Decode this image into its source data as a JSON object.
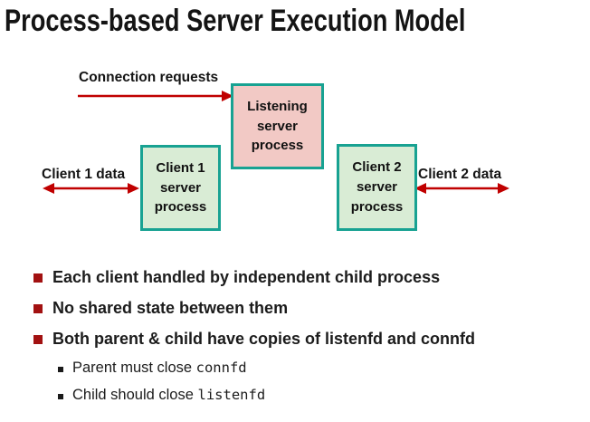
{
  "title": "Process-based Server Execution Model",
  "diagram": {
    "connection_requests_label": "Connection requests",
    "client1_data_label": "Client 1 data",
    "client2_data_label": "Client 2 data",
    "listening_box": {
      "line1": "Listening",
      "line2": "server",
      "line3": "process"
    },
    "client1_box": {
      "line1": "Client 1",
      "line2": "server",
      "line3": "process"
    },
    "client2_box": {
      "line1": "Client 2",
      "line2": "server",
      "line3": "process"
    },
    "colors": {
      "listening_fill": "#f2c9c5",
      "client_fill": "#d9ecd5",
      "box_border": "#18a292",
      "arrow": "#c00000"
    }
  },
  "bullets": [
    {
      "text": "Each client handled by independent child process"
    },
    {
      "text": "No shared state between them"
    },
    {
      "text": "Both parent & child have copies of listenfd and connfd"
    }
  ],
  "sub_bullets": [
    {
      "prefix": "Parent must close ",
      "code": "connfd"
    },
    {
      "prefix": "Child should close ",
      "code": "listenfd"
    }
  ],
  "bullet_colors": {
    "main_marker": "#a21111",
    "sub_marker": "#1a1a1a"
  }
}
